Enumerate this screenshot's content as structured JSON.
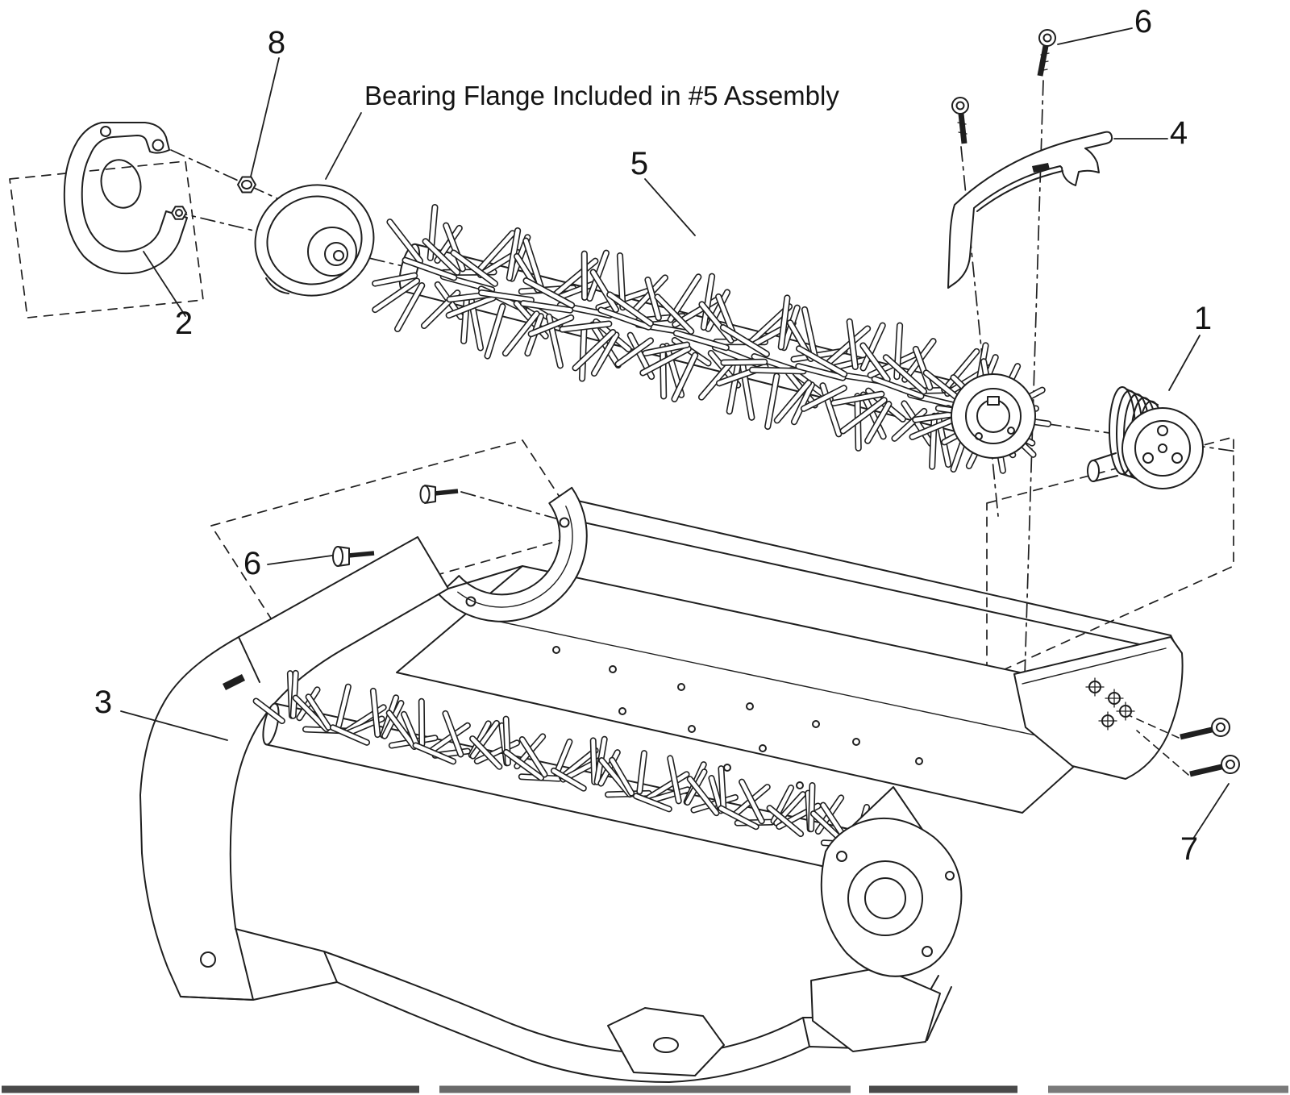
{
  "diagram": {
    "type": "exploded-parts-diagram",
    "note": "Bearing Flange Included in #5 Assembly",
    "callouts": [
      {
        "part": "pulley",
        "label": "1"
      },
      {
        "part": "mounting-bracket",
        "label": "2"
      },
      {
        "part": "housing",
        "label": "3"
      },
      {
        "part": "belt-cover",
        "label": "4"
      },
      {
        "part": "spiked-roller",
        "label": "5"
      },
      {
        "part": "screw-top",
        "label": "6"
      },
      {
        "part": "screw-side",
        "label": "6"
      },
      {
        "part": "screw-rear",
        "label": "7"
      },
      {
        "part": "hex-nut",
        "label": "8"
      }
    ],
    "colors": {
      "line": "#1f1f1f",
      "background": "#ffffff"
    }
  }
}
